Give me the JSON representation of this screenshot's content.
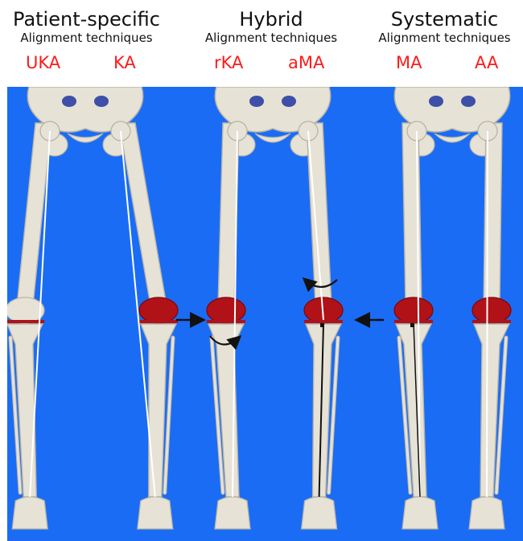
{
  "groups": [
    {
      "title": "Patient-specific",
      "subtitle": "Alignment techniques"
    },
    {
      "title": "Hybrid",
      "subtitle": "Alignment techniques"
    },
    {
      "title": "Systematic",
      "subtitle": "Alignment techniques"
    }
  ],
  "techniques": [
    "UKA",
    "KA",
    "rKA",
    "aMA",
    "MA",
    "AA"
  ],
  "colors": {
    "background": "#1a6cf5",
    "bone": "#e6e2d6",
    "bone_shade": "#b9b4a6",
    "implant": "#b01218",
    "label": "#ff1a1a",
    "axis_white": "#ffffff",
    "axis_black": "#111111"
  },
  "icons": [
    "pelvis-icon",
    "femur-icon",
    "tibia-icon",
    "knee-implant-icon",
    "arrow-right-icon",
    "arrow-left-icon",
    "curved-arrow-icon"
  ]
}
